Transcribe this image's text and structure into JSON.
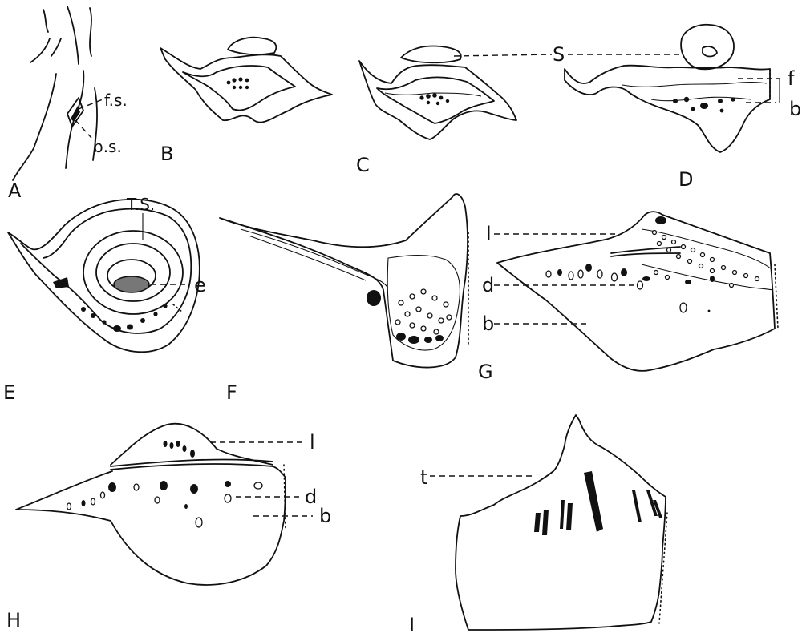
{
  "panels": {
    "A": {
      "letter": "A",
      "fs": "f.s.",
      "bs": "b.s."
    },
    "B": {
      "letter": "B"
    },
    "C": {
      "letter": "C"
    },
    "D": {
      "letter": "D",
      "s": "S",
      "f": "f",
      "b": "b"
    },
    "E": {
      "letter": "E",
      "ts": "T.S.",
      "e": "e"
    },
    "F": {
      "letter": "F"
    },
    "G": {
      "letter": "G",
      "l": "l",
      "d": "d",
      "b": "b"
    },
    "H": {
      "letter": "H",
      "l": "l",
      "d": "d",
      "b": "b"
    },
    "I": {
      "letter": "I",
      "t": "t"
    }
  }
}
